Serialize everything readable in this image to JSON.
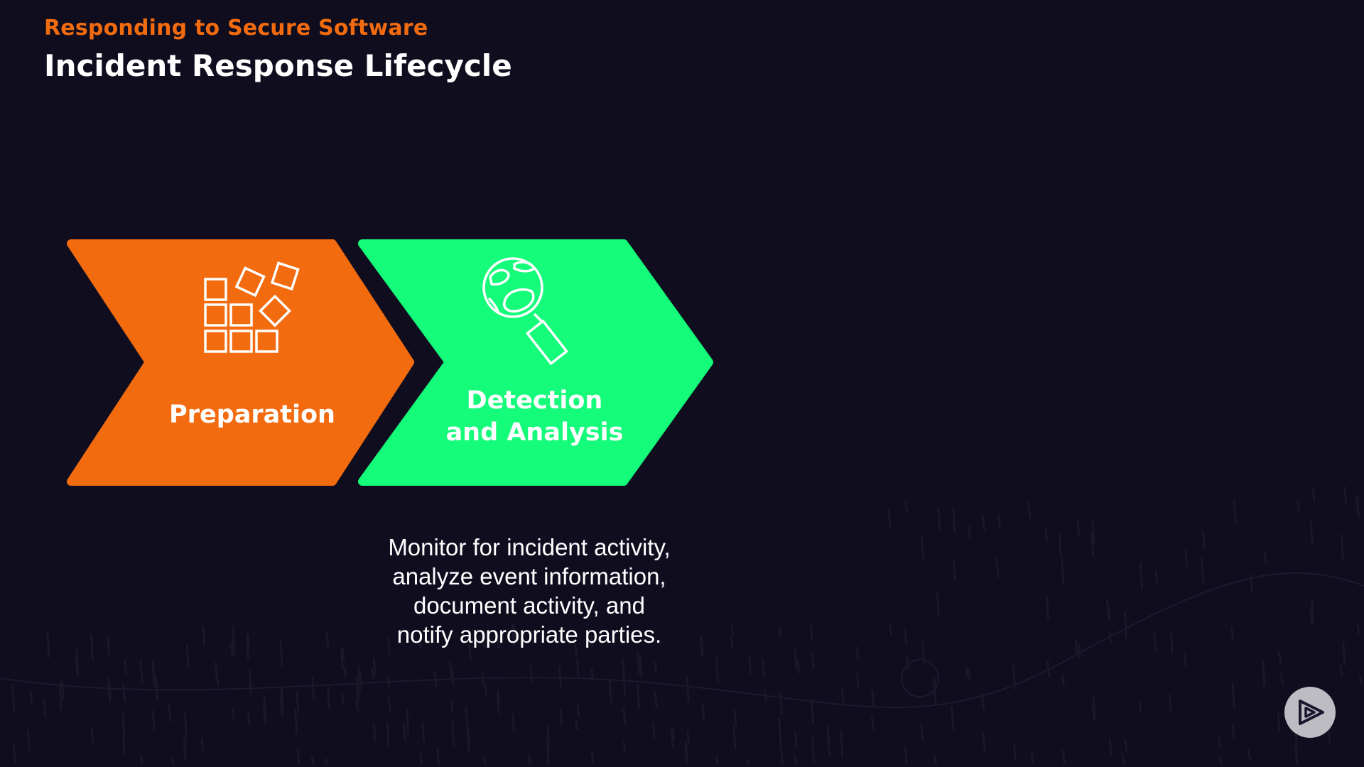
{
  "header": {
    "course_title": "Responding to Secure Software",
    "slide_title": "Incident Response Lifecycle"
  },
  "phases": [
    {
      "label": "Preparation",
      "icon": "blocks-icon",
      "color": "#f26b0f"
    },
    {
      "label_lines": [
        "Detection",
        "and Analysis"
      ],
      "icon": "globe-magnifier-icon",
      "color": "#15fb7a"
    }
  ],
  "description_lines": [
    "Monitor for incident activity,",
    "analyze event information,",
    "document activity, and",
    "notify appropriate parties."
  ],
  "player": {
    "icon": "play-logo-icon"
  },
  "colors": {
    "background": "#100d1f",
    "accent_orange": "#f26b0f",
    "accent_green": "#15fb7a",
    "text": "#ffffff"
  }
}
